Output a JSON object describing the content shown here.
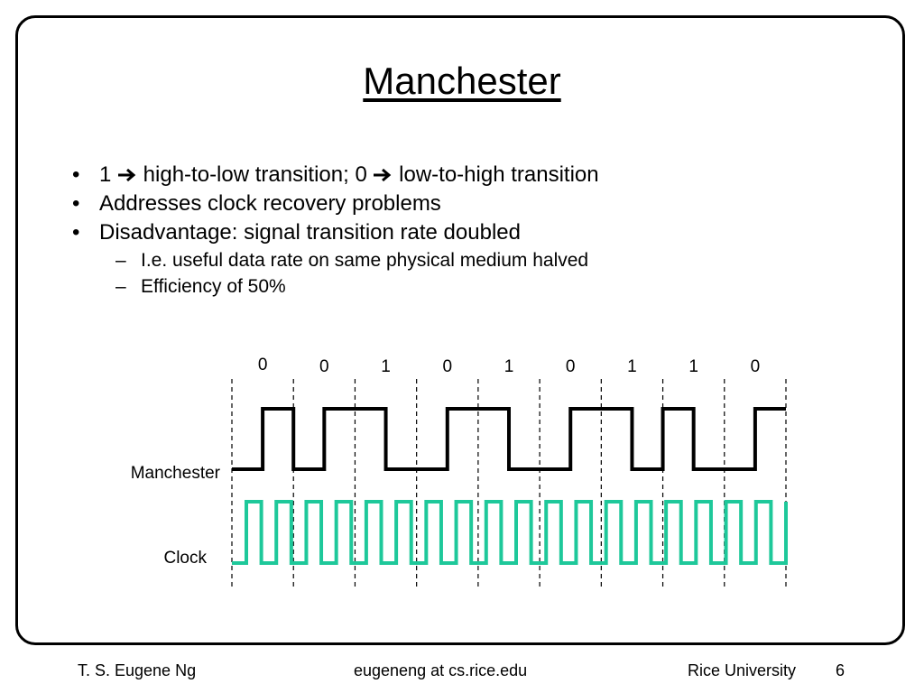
{
  "slide": {
    "title": "Manchester",
    "bullets": [
      {
        "level": 1,
        "marker": "•",
        "parts": [
          "1 ",
          " high-to-low transition; 0 ",
          " low-to-high transition"
        ],
        "arrow_icon": "right-arrow-icon"
      },
      {
        "level": 1,
        "marker": "•",
        "text": "Addresses clock recovery problems"
      },
      {
        "level": 1,
        "marker": "•",
        "text": "Disadvantage: signal transition rate doubled"
      },
      {
        "level": 2,
        "marker": "–",
        "text": "I.e. useful data rate on same physical medium halved"
      },
      {
        "level": 2,
        "marker": "–",
        "text": "Efficiency of 50%"
      }
    ]
  },
  "diagram": {
    "bits": [
      "0",
      "0",
      "1",
      "0",
      "1",
      "0",
      "1",
      "1",
      "0"
    ],
    "manchester_label": "Manchester",
    "clock_label": "Clock",
    "manchester_color": "#000000",
    "clock_color": "#1ec89a",
    "clock_cycles_per_bit": 2
  },
  "footer": {
    "author": "T. S. Eugene Ng",
    "email": "eugeneng at cs.rice.edu",
    "institution": "Rice University",
    "page": "6"
  }
}
